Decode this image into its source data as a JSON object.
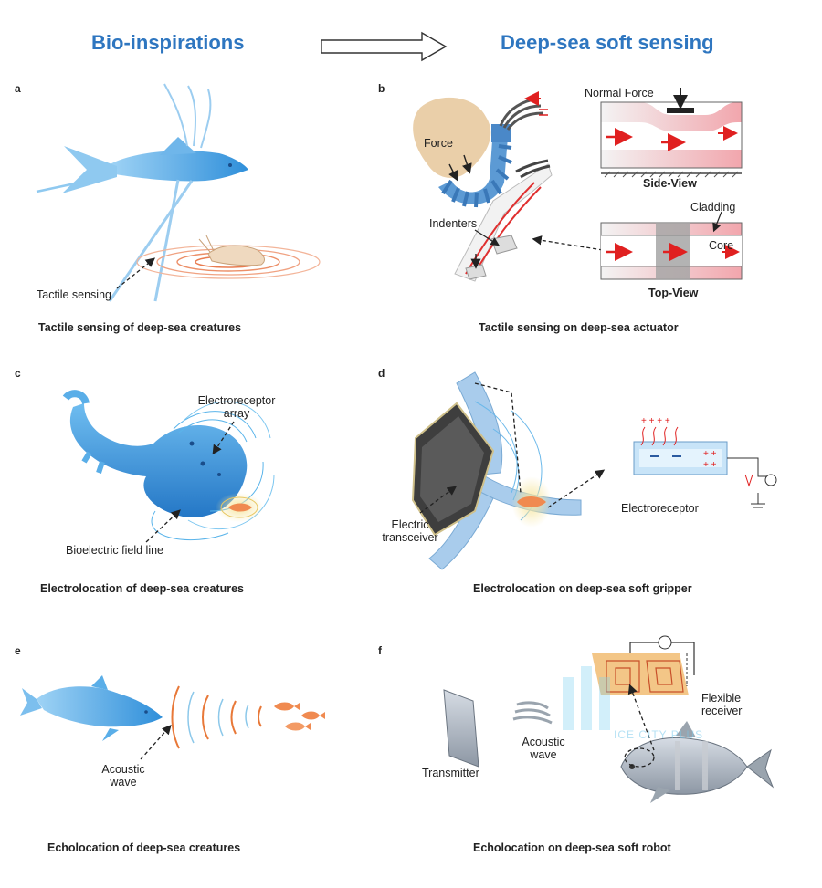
{
  "header": {
    "left_title": "Bio-inspirations",
    "right_title": "Deep-sea soft sensing"
  },
  "panels": {
    "a": {
      "letter": "a",
      "caption": "Tactile sensing of deep-sea creatures",
      "labels": {
        "tactile": "Tactile sensing"
      }
    },
    "b": {
      "letter": "b",
      "caption": "Tactile sensing on deep-sea actuator",
      "labels": {
        "force": "Force",
        "indenters": "Indenters",
        "normal_force": "Normal Force",
        "side_view": "Side-View",
        "cladding": "Cladding",
        "core": "Core",
        "top_view": "Top-View"
      }
    },
    "c": {
      "letter": "c",
      "caption": "Electrolocation of deep-sea creatures",
      "labels": {
        "electroreceptor_line1": "Electroreceptor",
        "electroreceptor_line2": "array",
        "field_line": "Bioelectric field line"
      }
    },
    "d": {
      "letter": "d",
      "caption": "Electrolocation on deep-sea soft gripper",
      "labels": {
        "transceiver_line1": "Electric",
        "transceiver_line2": "transceiver",
        "electroreceptor": "Electroreceptor"
      }
    },
    "e": {
      "letter": "e",
      "caption": "Echolocation of deep-sea creatures",
      "labels": {
        "acoustic_line1": "Acoustic",
        "acoustic_line2": "wave"
      }
    },
    "f": {
      "letter": "f",
      "caption": "Echolocation on deep-sea soft robot",
      "labels": {
        "transmitter": "Transmitter",
        "acoustic_line1": "Acoustic",
        "acoustic_line2": "wave",
        "receiver_line1": "Flexible",
        "receiver_line2": "receiver"
      }
    }
  },
  "watermark": "ICE CITY PLUS",
  "colors": {
    "title_blue": "#2e76c0",
    "arrow_red": "#e02020",
    "creature_blue": "#3a9ee0",
    "wave_orange": "#e87838"
  }
}
